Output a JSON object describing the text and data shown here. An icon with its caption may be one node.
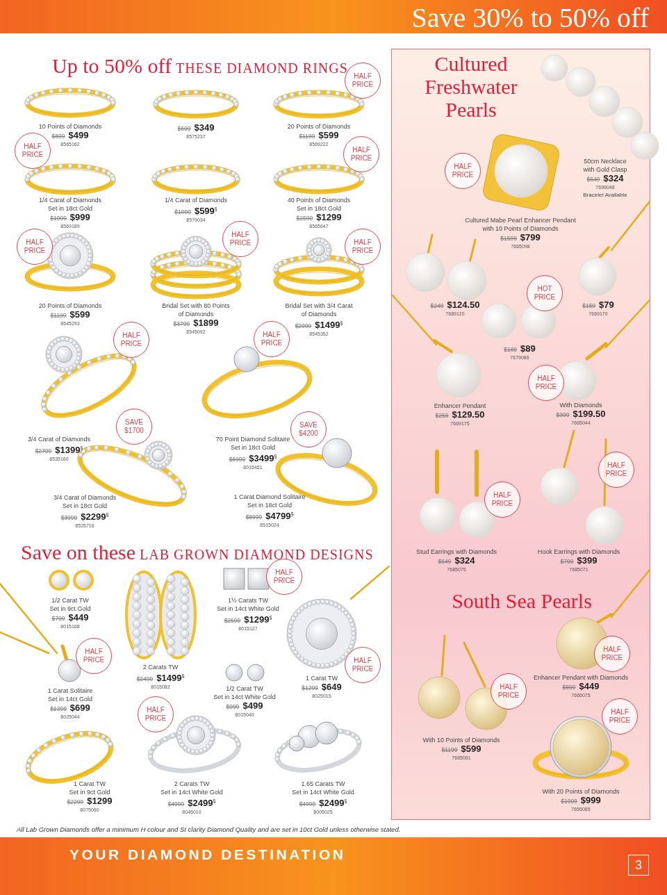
{
  "diagram": {
    "title": "Save 30% to 50% off",
    "nodes": [
      {
        "text": [
          "HALF PRICE"
        ]
      },
      {
        "text": [
          "HALF PRICE"
        ]
      },
      {
        "text": [
          "HALF PRICE"
        ]
      },
      {
        "text": [
          "HALF PRICE"
        ]
      },
      {
        "text": [
          "HALF PRICE"
        ]
      },
      {
        "text": [
          "HALF PRICE"
        ]
      },
      {
        "text": [
          "HALF PRICE"
        ]
      },
      {
        "text": [
          "HALF PRICE"
        ]
      },
      {
        "text": [
          "SAVE $1700"
        ]
      },
      {
        "text": [
          "SAVE $4200"
        ]
      },
      {
        "text": [
          "HALF PRICE"
        ]
      },
      {
        "text": [
          "HALF PRICE"
        ]
      },
      {
        "text": [
          "HALF PRICE"
        ]
      },
      {
        "text": [
          "HALF PRICE"
        ]
      },
      {
        "text": [
          "Cultured Freshwater Pearls",
          "South Sea Pearls"
        ]
      },
      {
        "text": [
          "HALF PRICE"
        ],
        "in": 14
      },
      {
        "text": [
          "HOT PRICE"
        ],
        "in": 14
      },
      {
        "text": [
          "HALF PRICE"
        ],
        "in": 14
      },
      {
        "text": [
          "HALF PRICE"
        ],
        "in": 14
      },
      {
        "text": [
          "HALF PRICE"
        ],
        "in": 14
      },
      {
        "text": [
          "HALF PRICE"
        ],
        "in": 14
      },
      {
        "text": [
          "HALF PRICE"
        ],
        "in": 14
      },
      {
        "text": [
          "HALF PRICE"
        ],
        "in": 14
      },
      {
        "text": [
          "3"
        ]
      }
    ],
    "labels": [
      "Up to 50% off",
      "THESE DIAMOND RINGS",
      "10 Points of Diamonds",
      "$899",
      "$499",
      "8565162",
      "$699",
      "$349",
      "8575237",
      "20 Points of Diamonds",
      "$1199",
      "$599",
      "8569222",
      "1/4 Carat of Diamonds",
      "Set in 18ct Gold",
      "$1999",
      "$999",
      "8569189",
      "1/4 Carat of Diamonds",
      "$1099",
      "$599$^{§}$",
      "8579034",
      "40 Points of Diamonds",
      "Set in 18ct Gold",
      "$2599",
      "$1299",
      "8565647",
      "20 Points of Diamonds",
      "$1199",
      "$599",
      "8645293",
      "Bridal Set with 80 Points of Diamonds",
      "$3799",
      "$1899",
      "8545092",
      "Bridal Set with 3/4 Carat of Diamonds",
      "$2999",
      "$1499$^{§}$",
      "8545352",
      "3/4 Carat of Diamonds",
      "$2799",
      "$1399$^{§}$",
      "8535160",
      "70 Point Diamond Solitaire",
      "Set in 18ct Gold",
      "$6999",
      "$3499$^{§}$",
      "8015451",
      "3/4 Carat of Diamonds",
      "Set in 18ct Gold",
      "$3999",
      "$2299$^{§}$",
      "8525716",
      "1 Carat Diamond Solitaire",
      "Set in 18ct Gold",
      "$8999",
      "$4799$^{§}$",
      "8515024",
      "Save on these",
      "LAB GROWN DIAMOND DESIGNS",
      "1/2 Carat TW",
      "Set in 9ct Gold",
      "$799",
      "$449",
      "8015168",
      "1½ Carats TW",
      "Set in 14ct White Gold",
      "$2599",
      "$1299$^{§}$",
      "8015127",
      "2 Carats TW",
      "$2499",
      "$1499$^{§}$",
      "8015082",
      "1 Carat TW",
      "$1299",
      "$649",
      "8025015",
      "1/2 Carat TW",
      "Set in 14ct White Gold",
      "$999",
      "$499",
      "8015040",
      "1 Carat Solitaire",
      "Set in 14ct Gold",
      "$1399",
      "$699",
      "8025044",
      "1 Carat TW",
      "Set in 9ct Gold",
      "$2299",
      "$1299",
      "8075060",
      "2 Carats TW",
      "Set in 14ct White Gold",
      "$4999",
      "$2499$^{§}$",
      "8045010",
      "1.65 Carats TW",
      "Set in 14ct White Gold",
      "$4999",
      "$2499$^{§}$",
      "8005025",
      "All Lab Grown Diamonds offer a minimum H colour and SI clarity Diamond Quality and are set in 10ct Gold unless otherwise stated.",
      "50cm Necklace with Gold Clasp",
      "$649",
      "$324",
      "7699048",
      "Bracelet Available",
      "Cultured Mabe Pearl Enhancer Pendant with 10 Points of Diamonds",
      "$1599",
      "$799",
      "7665098",
      "$249",
      "$124.50",
      "7689120",
      "$159",
      "$79",
      "7669170",
      "$189",
      "$89",
      "7679086",
      "Enhancer Pendant",
      "$259",
      "$129.50",
      "7669175",
      "With Diamonds",
      "$399",
      "$199.50",
      "7665044",
      "Stud Earrings with Diamonds",
      "$649",
      "$324",
      "7685075",
      "Hook Earrings with Diamonds",
      "$799",
      "$399",
      "7685071",
      "Enhancer Pendant with Diamonds",
      "$899",
      "$449",
      "7665075",
      "With 10 Points of Diamonds",
      "$1199",
      "$599",
      "7685061",
      "With 20 Points of Diamonds",
      "$1999",
      "$999",
      "7655065",
      "YOUR DIAMOND DESTINATION"
    ]
  }
}
